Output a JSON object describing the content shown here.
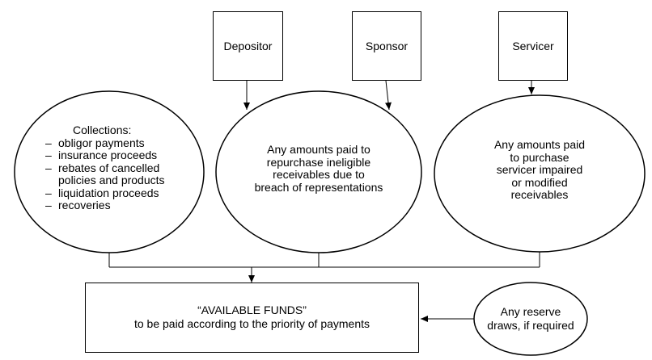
{
  "boxes": {
    "depositor": "Depositor",
    "sponsor": "Sponsor",
    "servicer": "Servicer"
  },
  "ellipses": {
    "collections": {
      "title": "Collections:",
      "items": [
        "obligor payments",
        "insurance proceeds",
        "rebates of cancelled",
        "policies and products",
        "liquidation proceeds",
        "recoveries"
      ]
    },
    "repurchase": [
      "Any amounts paid to",
      "repurchase ineligible",
      "receivables due to",
      "breach of representations"
    ],
    "servicer_purchase": [
      "Any amounts paid",
      "to purchase",
      "servicer impaired",
      "or modified",
      "receivables"
    ],
    "reserve": [
      "Any reserve",
      "draws, if required"
    ]
  },
  "available_funds": {
    "title": "“AVAILABLE FUNDS”",
    "subtitle": "to be paid according to the priority of payments"
  }
}
